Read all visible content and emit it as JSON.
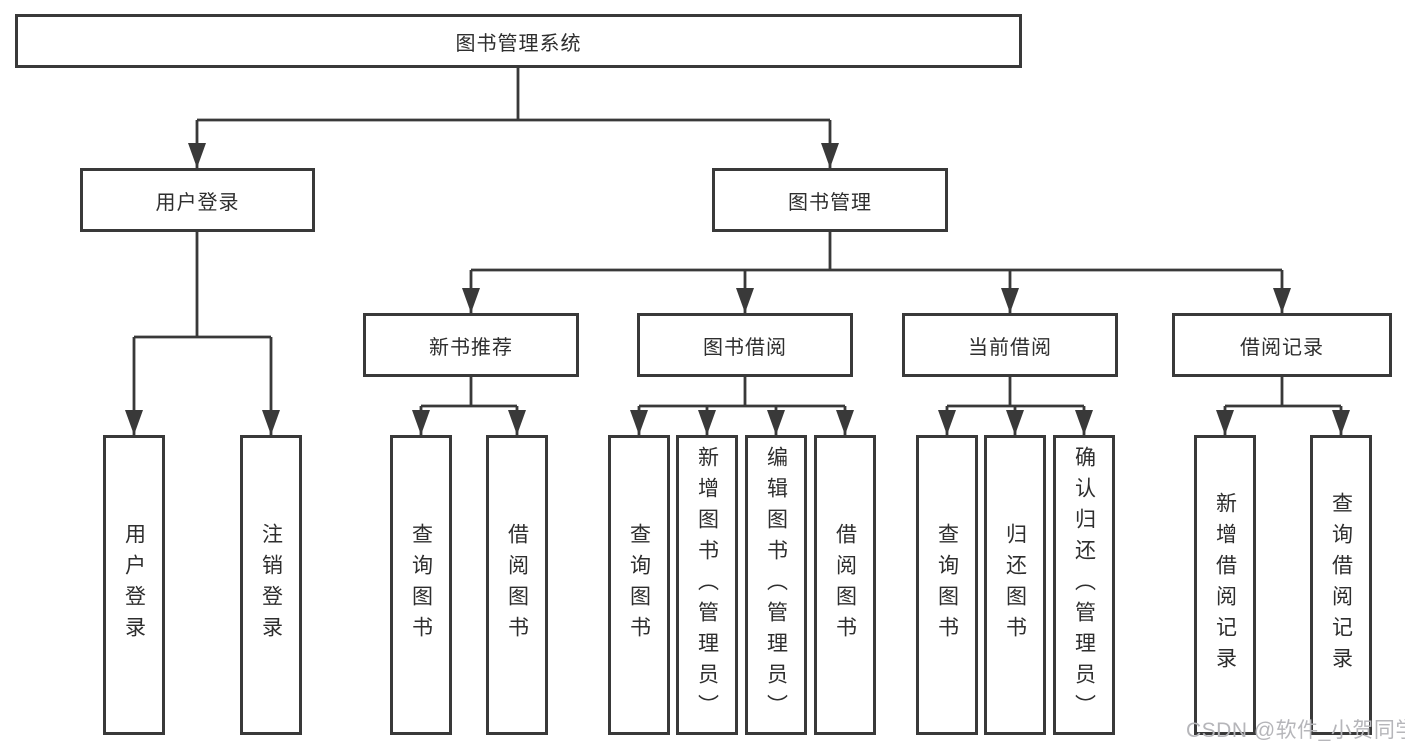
{
  "diagram": {
    "colors": {
      "line": "#393939",
      "box_border": "#393939",
      "text": "#2e2e2e",
      "background": "#ffffff",
      "watermark": "#b6b6ba"
    },
    "nodes": {
      "root": "图书管理系统",
      "user_login": "用户登录",
      "book_mgmt": "图书管理",
      "new_books": "新书推荐",
      "book_borrow": "图书借阅",
      "current_borrow": "当前借阅",
      "borrow_records": "借阅记录",
      "ul_login": "用户登录",
      "ul_logout": "注销登录",
      "nb_query": "查询图书",
      "nb_borrow": "借阅图书",
      "bb_query": "查询图书",
      "bb_add": "新增图书（管理员）",
      "bb_edit": "编辑图书（管理员）",
      "bb_borrow": "借阅图书",
      "cb_query": "查询图书",
      "cb_return": "归还图书",
      "cb_confirm": "确认归还（管理员）",
      "br_add": "新增借阅记录",
      "br_query": "查询借阅记录"
    },
    "watermark": "CSDN @软件_小贺同学"
  }
}
